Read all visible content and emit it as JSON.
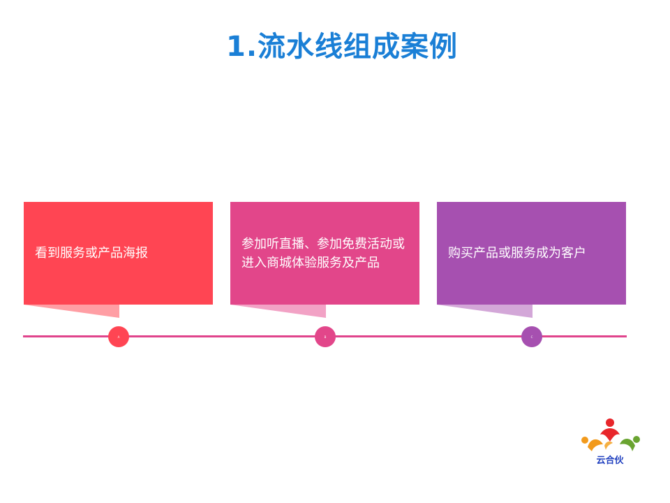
{
  "title": "1.流水线组成案例",
  "steps": [
    {
      "text": "看到服务或产品海报",
      "marker": "A",
      "color": "#ff4553",
      "tail_color": "#ff9ea4"
    },
    {
      "text": "参加听直播、参加免费活动或进入商城体验服务及产品",
      "marker": "B",
      "color": "#e2468a",
      "tail_color": "#f2a2c5"
    },
    {
      "text": "购买产品或服务成为客户",
      "marker": "C",
      "color": "#a650b0",
      "tail_color": "#d3a7d8"
    }
  ],
  "logo": {
    "text": "云合伙"
  }
}
